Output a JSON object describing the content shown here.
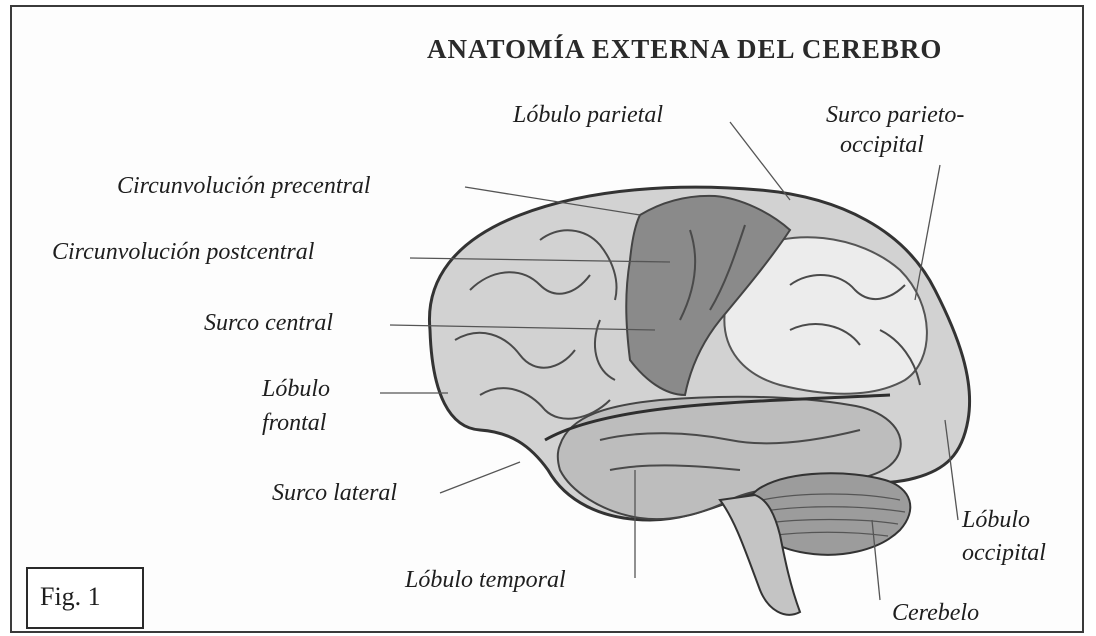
{
  "title": "ANATOMÍA EXTERNA DEL CEREBRO",
  "labels": {
    "parietal": "Lóbulo parietal",
    "parieto_occipital_1": "Surco parieto-",
    "parieto_occipital_2": "occipital",
    "precentral": "Circunvolución precentral",
    "postcentral": "Circunvolución postcentral",
    "central": "Surco central",
    "frontal_1": "Lóbulo",
    "frontal_2": "frontal",
    "lateral": "Surco lateral",
    "temporal": "Lóbulo temporal",
    "occipital_1": "Lóbulo",
    "occipital_2": "occipital",
    "cerebelo": "Cerebelo"
  },
  "figure_label": "Fig. 1",
  "colors": {
    "highlight_gyri": "#8a8a8a",
    "cortex": "#c9c9c9",
    "cortex_light": "#e6e6e6",
    "outline": "#333333"
  }
}
